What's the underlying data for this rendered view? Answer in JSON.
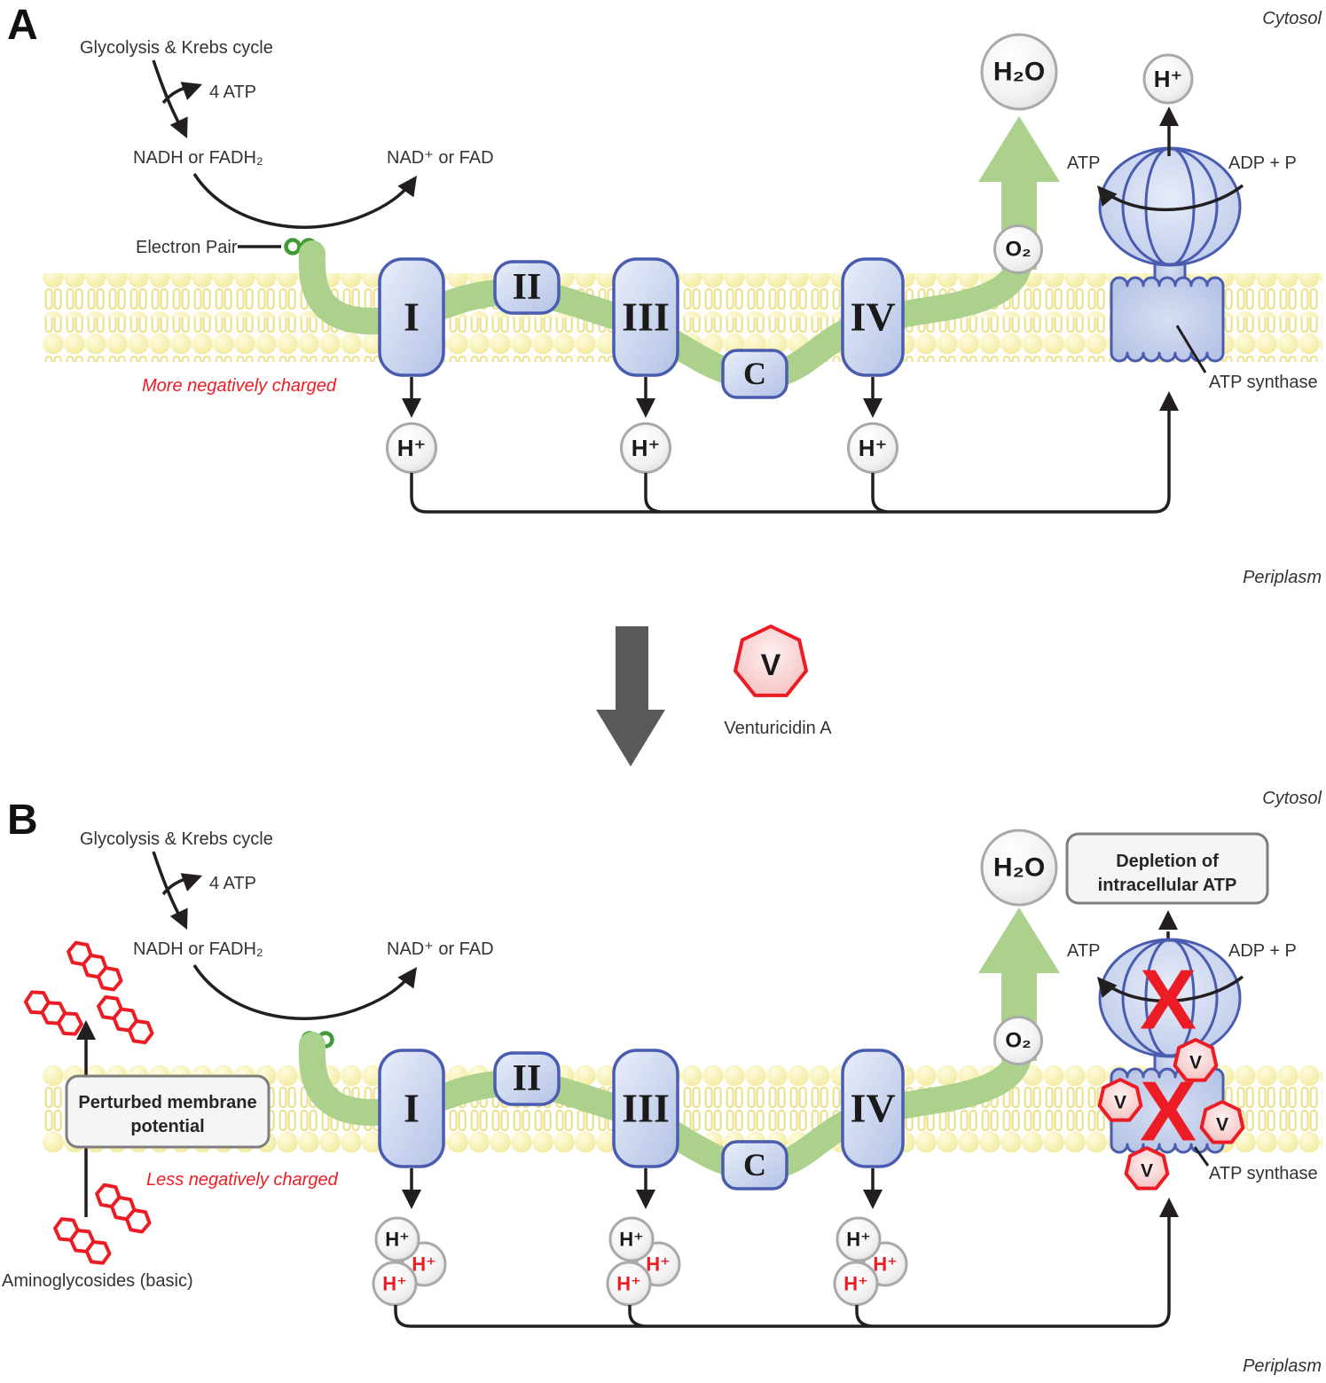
{
  "colors": {
    "red": "#ec1c24",
    "green": "#abd18c",
    "green_dark": "#3f9b35",
    "blue": "#4a5cb0",
    "dark_arrow": "#58595b",
    "text": "#333333"
  },
  "shared": {
    "h_plus": "H⁺",
    "h2o": "H₂O",
    "o2": "O₂",
    "atp": "ATP",
    "adp_p": "ADP + P",
    "atp_synthase": "ATP synthase",
    "cytosol": "Cytosol",
    "periplasm": "Periplasm",
    "glycolysis": "Glycolysis & Krebs cycle",
    "four_atp": "4 ATP",
    "nadh_fadh2": "NADH or FADH₂",
    "nad_fad": "NAD⁺ or FAD",
    "complex_1": "I",
    "complex_2": "II",
    "complex_3": "III",
    "complex_c": "C",
    "complex_4": "IV"
  },
  "panel_a": {
    "label": "A",
    "electron_pair": "Electron Pair",
    "charge_note": "More negatively charged"
  },
  "transition": {
    "inhibitor_symbol": "V",
    "inhibitor_name": "Venturicidin A"
  },
  "panel_b": {
    "label": "B",
    "charge_note": "Less negatively charged",
    "perturbed_1": "Perturbed membrane",
    "perturbed_2": "potential",
    "depletion_1": "Depletion of",
    "depletion_2": "intracellular ATP",
    "aminoglycosides": "Aminoglycosides (basic)",
    "blocked_mark": "X",
    "inhibitor_symbol": "V"
  }
}
